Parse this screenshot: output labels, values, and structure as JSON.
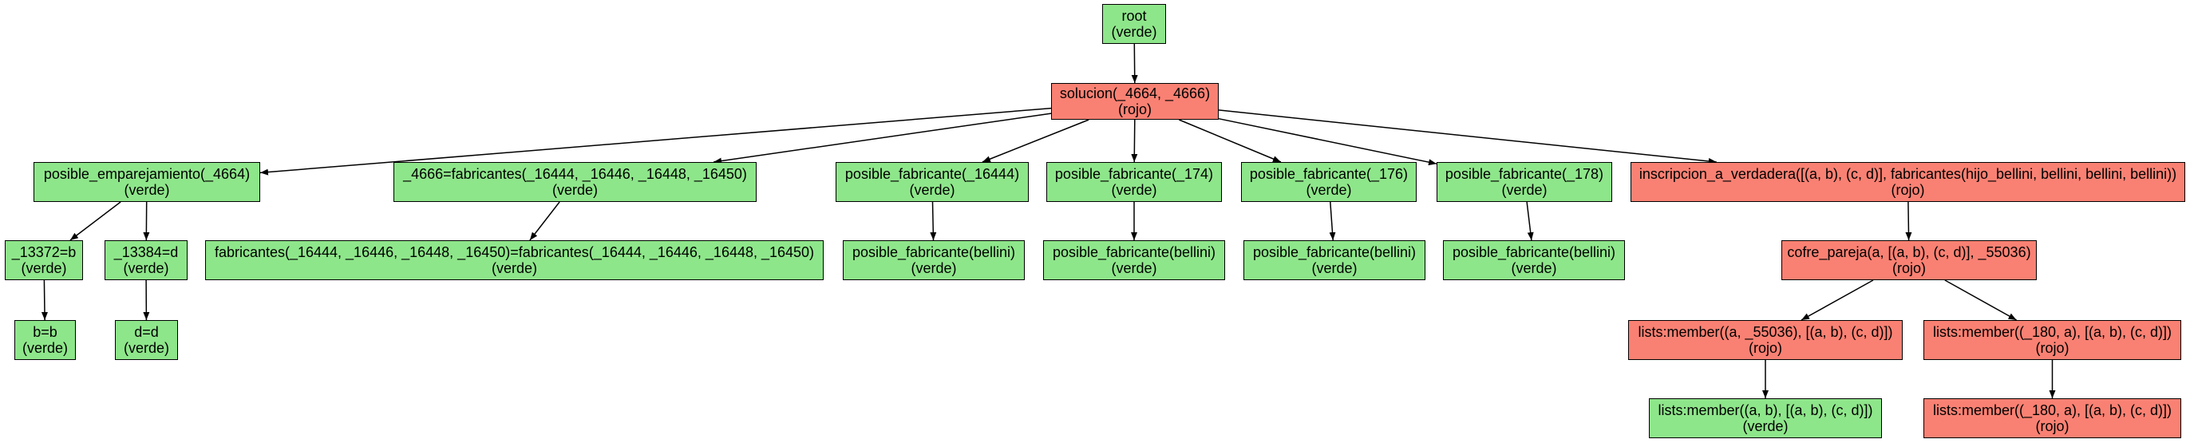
{
  "colors": {
    "verde": "#8ee68a",
    "rojo": "#f98173",
    "edge": "#000000"
  },
  "nodes": {
    "root": {
      "label": "root",
      "status": "(verde)",
      "color": "verde"
    },
    "solucion": {
      "label": "solucion(_4664, _4666)",
      "status": "(rojo)",
      "color": "rojo"
    },
    "posible_emparejamiento": {
      "label": "posible_emparejamiento(_4664)",
      "status": "(verde)",
      "color": "verde"
    },
    "eq_fabricantes": {
      "label": "_4666=fabricantes(_16444, _16446, _16448, _16450)",
      "status": "(verde)",
      "color": "verde"
    },
    "pf_16444": {
      "label": "posible_fabricante(_16444)",
      "status": "(verde)",
      "color": "verde"
    },
    "pf_174": {
      "label": "posible_fabricante(_174)",
      "status": "(verde)",
      "color": "verde"
    },
    "pf_176": {
      "label": "posible_fabricante(_176)",
      "status": "(verde)",
      "color": "verde"
    },
    "pf_178": {
      "label": "posible_fabricante(_178)",
      "status": "(verde)",
      "color": "verde"
    },
    "inscripcion": {
      "label": "inscripcion_a_verdadera([(a, b), (c, d)], fabricantes(hijo_bellini, bellini, bellini, bellini))",
      "status": "(rojo)",
      "color": "rojo"
    },
    "eq_13372": {
      "label": "_13372=b",
      "status": "(verde)",
      "color": "verde"
    },
    "eq_13384": {
      "label": "_13384=d",
      "status": "(verde)",
      "color": "verde"
    },
    "fabricantes_unify": {
      "label": "fabricantes(_16444, _16446, _16448, _16450)=fabricantes(_16444, _16446, _16448, _16450)",
      "status": "(verde)",
      "color": "verde"
    },
    "pfb_1": {
      "label": "posible_fabricante(bellini)",
      "status": "(verde)",
      "color": "verde"
    },
    "pfb_2": {
      "label": "posible_fabricante(bellini)",
      "status": "(verde)",
      "color": "verde"
    },
    "pfb_3": {
      "label": "posible_fabricante(bellini)",
      "status": "(verde)",
      "color": "verde"
    },
    "pfb_4": {
      "label": "posible_fabricante(bellini)",
      "status": "(verde)",
      "color": "verde"
    },
    "cofre": {
      "label": "cofre_pareja(a, [(a, b), (c, d)], _55036)",
      "status": "(rojo)",
      "color": "rojo"
    },
    "b_eq_b": {
      "label": "b=b",
      "status": "(verde)",
      "color": "verde"
    },
    "d_eq_d": {
      "label": "d=d",
      "status": "(verde)",
      "color": "verde"
    },
    "member_a": {
      "label": "lists:member((a, _55036), [(a, b), (c, d)])",
      "status": "(rojo)",
      "color": "rojo"
    },
    "member_180": {
      "label": "lists:member((_180, a), [(a, b), (c, d)])",
      "status": "(rojo)",
      "color": "rojo"
    },
    "member_ab": {
      "label": "lists:member((a, b), [(a, b), (c, d)])",
      "status": "(verde)",
      "color": "verde"
    },
    "member_180_child": {
      "label": "lists:member((_180, a), [(a, b), (c, d)])",
      "status": "(rojo)",
      "color": "rojo"
    }
  },
  "edges": [
    [
      "root",
      "solucion"
    ],
    [
      "solucion",
      "posible_emparejamiento"
    ],
    [
      "solucion",
      "eq_fabricantes"
    ],
    [
      "solucion",
      "pf_16444"
    ],
    [
      "solucion",
      "pf_174"
    ],
    [
      "solucion",
      "pf_176"
    ],
    [
      "solucion",
      "pf_178"
    ],
    [
      "solucion",
      "inscripcion"
    ],
    [
      "posible_emparejamiento",
      "eq_13372"
    ],
    [
      "posible_emparejamiento",
      "eq_13384"
    ],
    [
      "eq_fabricantes",
      "fabricantes_unify"
    ],
    [
      "pf_16444",
      "pfb_1"
    ],
    [
      "pf_174",
      "pfb_2"
    ],
    [
      "pf_176",
      "pfb_3"
    ],
    [
      "pf_178",
      "pfb_4"
    ],
    [
      "inscripcion",
      "cofre"
    ],
    [
      "eq_13372",
      "b_eq_b"
    ],
    [
      "eq_13384",
      "d_eq_d"
    ],
    [
      "cofre",
      "member_a"
    ],
    [
      "cofre",
      "member_180"
    ],
    [
      "member_a",
      "member_ab"
    ],
    [
      "member_180",
      "member_180_child"
    ]
  ]
}
